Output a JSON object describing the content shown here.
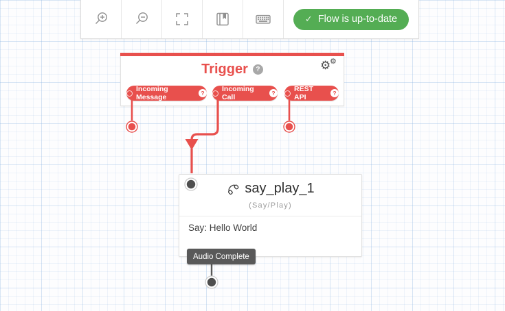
{
  "colors": {
    "accent-red": "#e8504d",
    "green": "#54ad54",
    "tooltip-bg": "#595959",
    "dark-dot": "#4e4e4e",
    "toolbar-icon": "#8f8f8f"
  },
  "toolbar": {
    "items": [
      {
        "icon": "zoom-in-icon"
      },
      {
        "icon": "zoom-out-icon"
      },
      {
        "icon": "fit-screen-icon"
      },
      {
        "icon": "notebook-icon"
      },
      {
        "icon": "keyboard-icon"
      }
    ],
    "status": {
      "check": "✓",
      "label": "Flow is up-to-date"
    }
  },
  "trigger": {
    "title": "Trigger",
    "help_symbol": "?",
    "settings_glyph": "⚙",
    "pills": [
      {
        "label": "Incoming Message",
        "help": "?"
      },
      {
        "label": "Incoming Call",
        "help": "?"
      },
      {
        "label": "REST API",
        "help": "?"
      }
    ]
  },
  "say_play": {
    "icon": "phone-handset-icon",
    "title": "say_play_1",
    "type_label": "(Say/Play)",
    "body": "Say: Hello World",
    "transition_label": "Audio Complete"
  }
}
